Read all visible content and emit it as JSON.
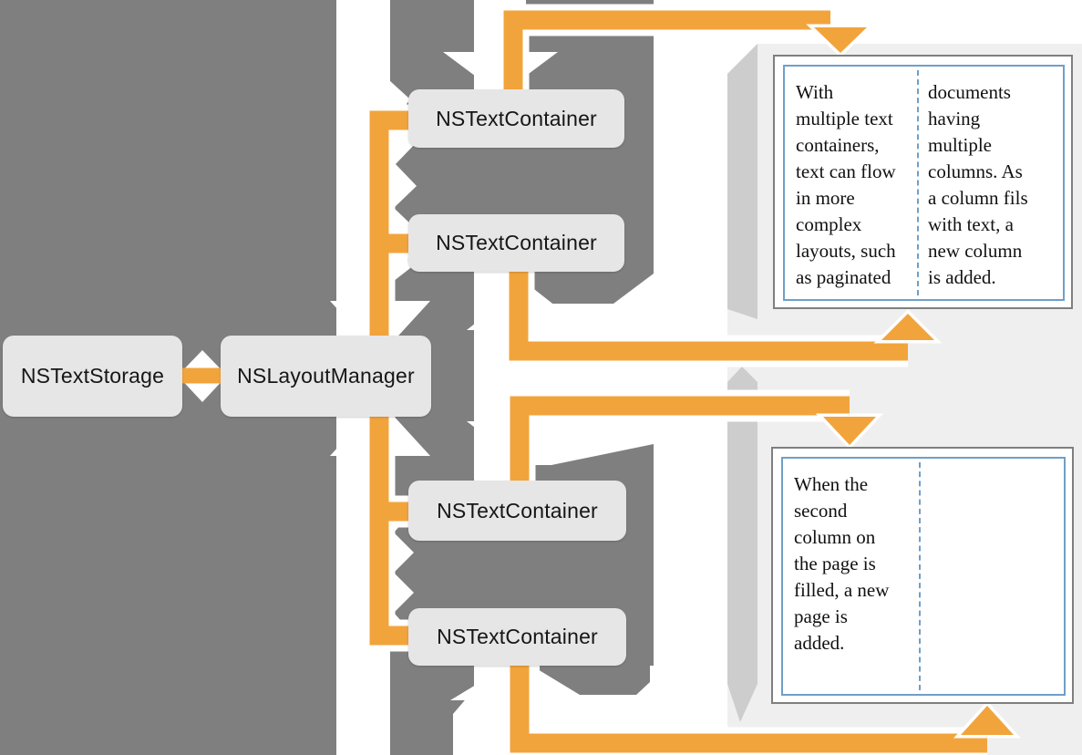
{
  "boxes": {
    "text_storage": {
      "label": "NSTextStorage"
    },
    "layout_manager": {
      "label": "NSLayoutManager"
    },
    "containers": [
      {
        "label": "NSTextContainer"
      },
      {
        "label": "NSTextContainer"
      },
      {
        "label": "NSTextContainer"
      },
      {
        "label": "NSTextContainer"
      }
    ]
  },
  "pages": [
    {
      "left_column": "With\nmultiple text\ncontainers,\ntext can flow\nin more\ncomplex\nlayouts, such\nas paginated",
      "right_column": "documents\nhaving\nmultiple\ncolumns. As\na column fils\nwith text, a\nnew column\nis added."
    },
    {
      "left_column": "When the\nsecond\ncolumn on\nthe page is\nfilled, a new\npage is\nadded.",
      "right_column": ""
    }
  ],
  "colors": {
    "background_gray": "#7f7f7f",
    "accent_orange": "#f2a43c",
    "panel_gray": "#efefef",
    "panel_shadow_gray": "#cdcdcd",
    "box_fill": "#e6e6e6",
    "page_border_gray": "#7f7f7f",
    "column_border_blue": "#6f9fc8",
    "text_black": "#111111"
  }
}
